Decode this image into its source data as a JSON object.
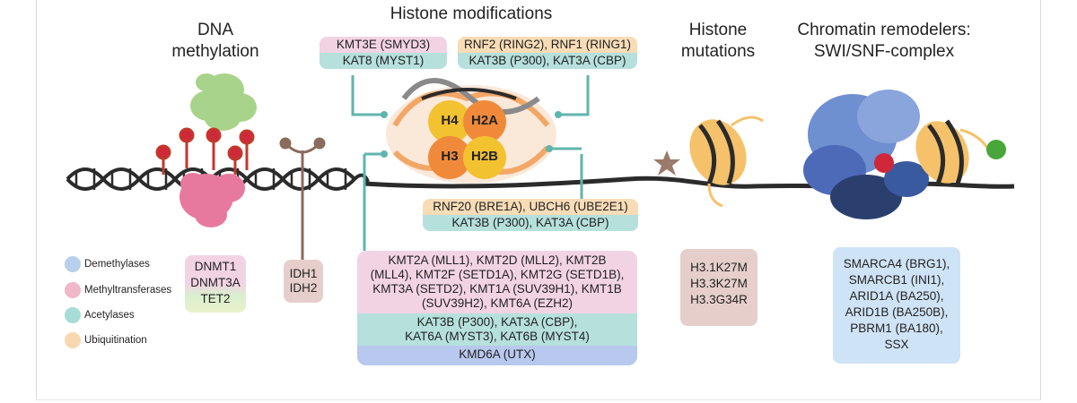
{
  "headings": {
    "dna_methylation": [
      "DNA",
      "methylation"
    ],
    "histone_modifications": "Histone modifications",
    "histone_mutations": [
      "Histone",
      "mutations"
    ],
    "chromatin_remodelers": [
      "Chromatin remodelers:",
      "SWI/SNF-complex"
    ]
  },
  "histones": [
    "H4",
    "H2A",
    "H3",
    "H2B"
  ],
  "boxes": {
    "top_left": [
      "KMT3E (SMYD3)",
      "KAT8 (MYST1)"
    ],
    "top_right": [
      "RNF2 (RING2), RNF1 (RING1)",
      "KAT3B (P300), KAT3A (CBP)"
    ],
    "mid_right": [
      "RNF20 (BRE1A), UBCH6 (UBE2E1)",
      "KAT3B (P300), KAT3A (CBP)"
    ],
    "big_methyl": [
      "KMT2A (MLL1), KMT2D (MLL2), KMT2B",
      "(MLL4), KMT2F (SETD1A), KMT2G (SETD1B),",
      "KMT3A (SETD2), KMT1A (SUV39H1), KMT1B",
      "(SUV39H2), KMT6A (EZH2)"
    ],
    "big_acetyl": [
      "KAT3B (P300), KAT3A (CBP),",
      "KAT6A (MYST3), KAT6B (MYST4)"
    ],
    "big_demethyl": [
      "KMD6A (UTX)"
    ],
    "dnmt": [
      "DNMT1",
      "DNMT3A",
      "TET2"
    ],
    "idh": [
      "IDH1",
      "IDH2"
    ],
    "mutations": [
      "H3.1K27M",
      "H3.3K27M",
      "H3.3G34R"
    ],
    "swisnf": [
      "SMARCA4 (BRG1),",
      "SMARCB1 (INI1),",
      "ARID1A (BA250),",
      "ARID1B (BA250B),",
      "PBRM1 (BA180),",
      "SSX"
    ]
  },
  "legend": [
    {
      "label": "Demethylases",
      "color": "#b8d0ec"
    },
    {
      "label": "Methyltransferases",
      "color": "#f0b8c8"
    },
    {
      "label": "Acetylases",
      "color": "#a8dcd6"
    },
    {
      "label": "Ubiquitination",
      "color": "#f8d8b0"
    }
  ]
}
